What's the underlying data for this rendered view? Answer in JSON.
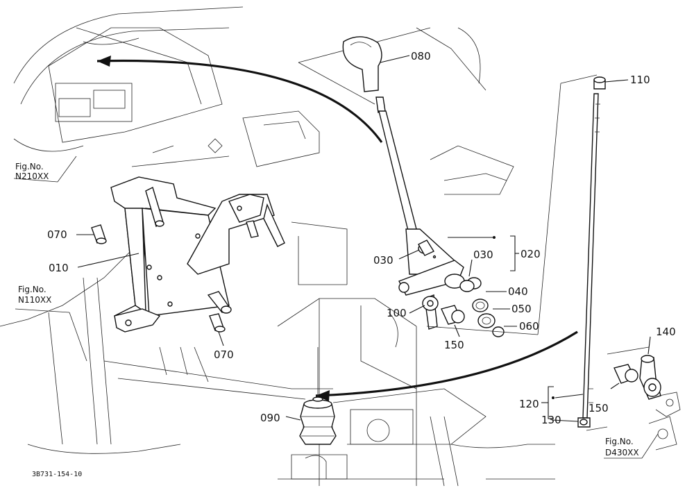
{
  "parts": {
    "p010": "010",
    "p020": "020",
    "p030a": "030",
    "p030b": "030",
    "p040": "040",
    "p050": "050",
    "p060": "060",
    "p070a": "070",
    "p070b": "070",
    "p080": "080",
    "p090": "090",
    "p100": "100",
    "p110": "110",
    "p120": "120",
    "p130": "130",
    "p140": "140",
    "p150a": "150",
    "p150b": "150"
  },
  "fig_refs": {
    "n210_line1": "Fig.No.",
    "n210_line2": "N210XX",
    "n110_line1": "Fig.No.",
    "n110_line2": "N110XX",
    "d430_line1": "Fig.No.",
    "d430_line2": "D430XX"
  },
  "footer": {
    "drawing_code": "3B731-154-10"
  }
}
